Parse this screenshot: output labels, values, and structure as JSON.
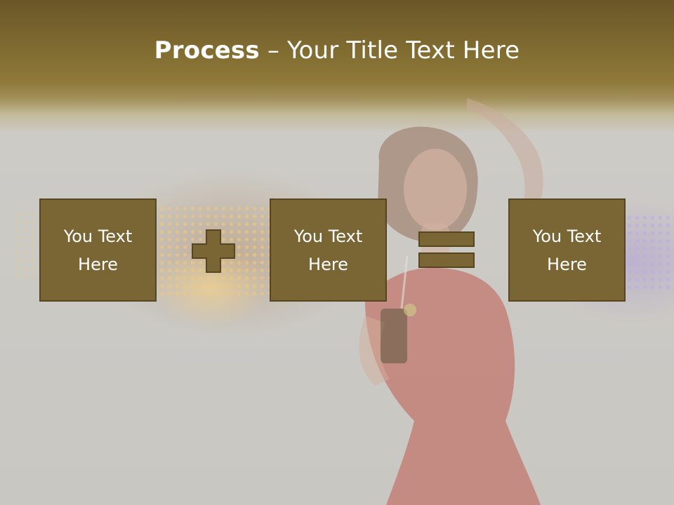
{
  "slide": {
    "title_bold": "Process",
    "title_dash": " – ",
    "title_rest": "Your Title Text Here",
    "boxes": [
      {
        "line1": "You Text",
        "line2": "Here"
      },
      {
        "line1": "You Text",
        "line2": "Here"
      },
      {
        "line1": "You Text",
        "line2": "Here"
      }
    ],
    "operators": [
      "plus-icon",
      "equals-icon"
    ]
  },
  "colors": {
    "header": "#7f6a30",
    "box_fill": "#7a6535",
    "box_border": "#574520",
    "text": "#ffffff",
    "background": "#cdcbc6"
  }
}
